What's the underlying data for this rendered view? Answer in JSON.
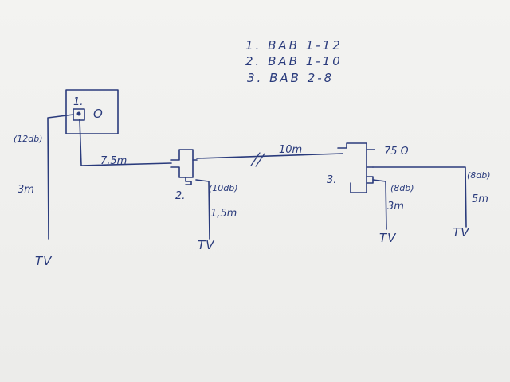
{
  "legend": [
    "1. BAB 1-12",
    "2. BAB 1-10",
    "3. BAB 2-8"
  ],
  "outlet": {
    "label": "1.",
    "symbol": "O",
    "attenuation": "(12db)",
    "drop_length": "3m",
    "tv": "TV"
  },
  "segments": {
    "first": "7,5m",
    "second": "10m"
  },
  "tap2": {
    "label": "2.",
    "attenuation": "(10db)",
    "drop_length": "1,5m",
    "tv": "TV"
  },
  "tap3": {
    "label": "3.",
    "termination": "75 Ω",
    "attenuation_a": "(8db)",
    "drop_a": "3m",
    "tv_a": "TV",
    "attenuation_b": "(8db)",
    "drop_b": "5m",
    "tv_b": "TV"
  },
  "colors": {
    "ink": "#2a3b7c",
    "paper": "#f1f1ef"
  }
}
